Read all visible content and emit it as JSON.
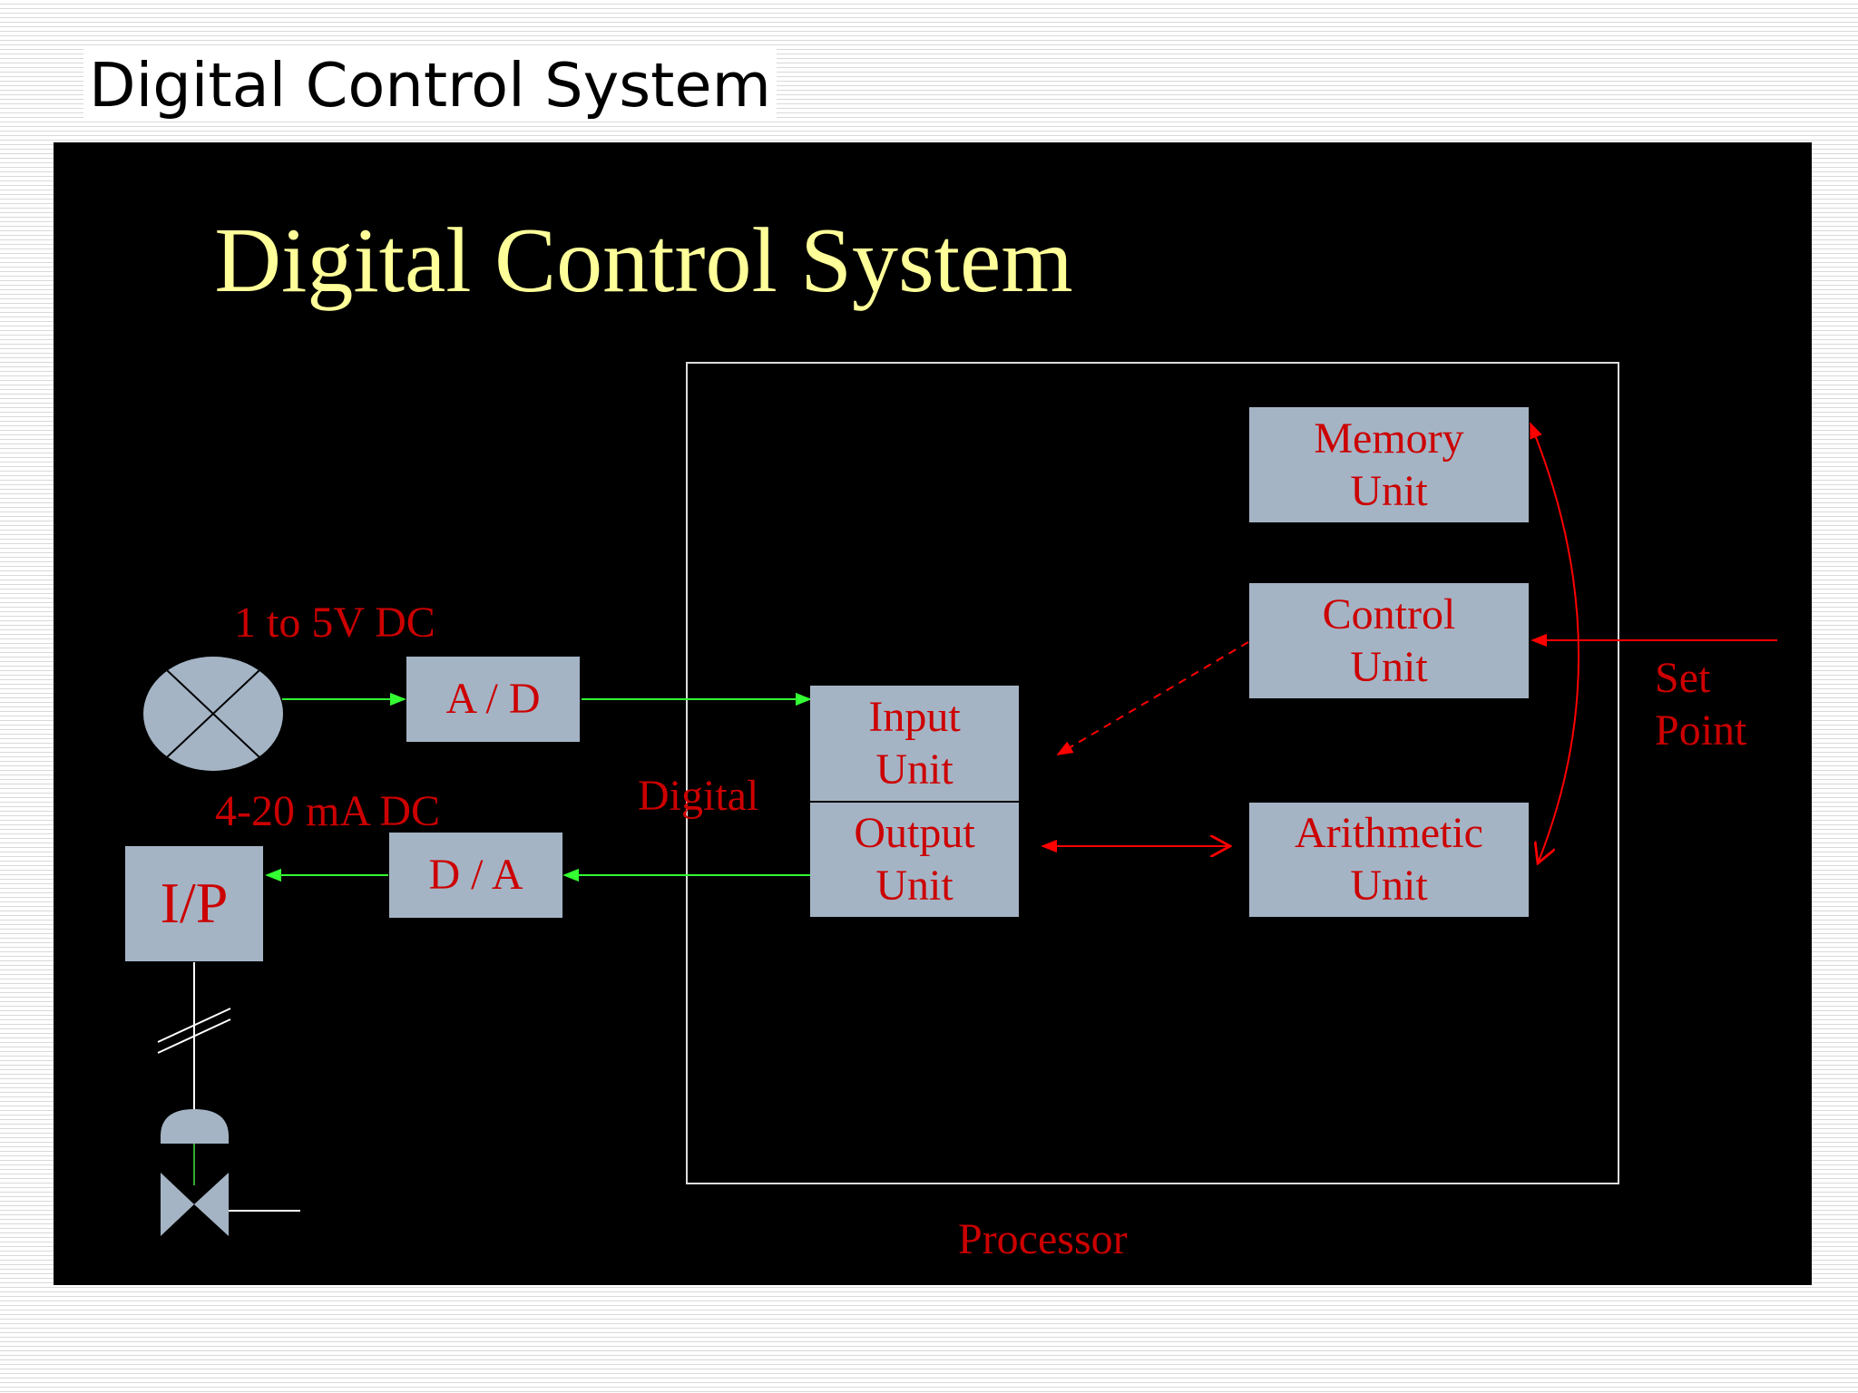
{
  "page": {
    "header": "Digital Control System"
  },
  "slide": {
    "title": "Digital Control System",
    "blocks": {
      "ad": "A / D",
      "da": "D / A",
      "ip": "I/P",
      "input_unit": [
        "Input",
        "Unit"
      ],
      "output_unit": [
        "Output",
        "Unit"
      ],
      "memory_unit": [
        "Memory",
        "Unit"
      ],
      "control_unit": [
        "Control",
        "Unit"
      ],
      "arithmetic_unit": [
        "Arithmetic",
        "Unit"
      ]
    },
    "labels": {
      "input_signal": "1 to 5V DC",
      "output_signal": "4-20 mA DC",
      "digital": "Digital",
      "set_point": [
        "Set",
        "Point"
      ],
      "processor": "Processor"
    }
  },
  "colors": {
    "slide_background": "#000000",
    "title": "#ffff99",
    "box_fill": "#a4b4c5",
    "text_red": "#cc0000",
    "signal_green": "#33ff33",
    "arrow_red": "#ff0000",
    "outline": "#dddddd"
  },
  "icons": [
    "sensor-icon",
    "valve-actuator-icon",
    "control-valve-icon"
  ]
}
